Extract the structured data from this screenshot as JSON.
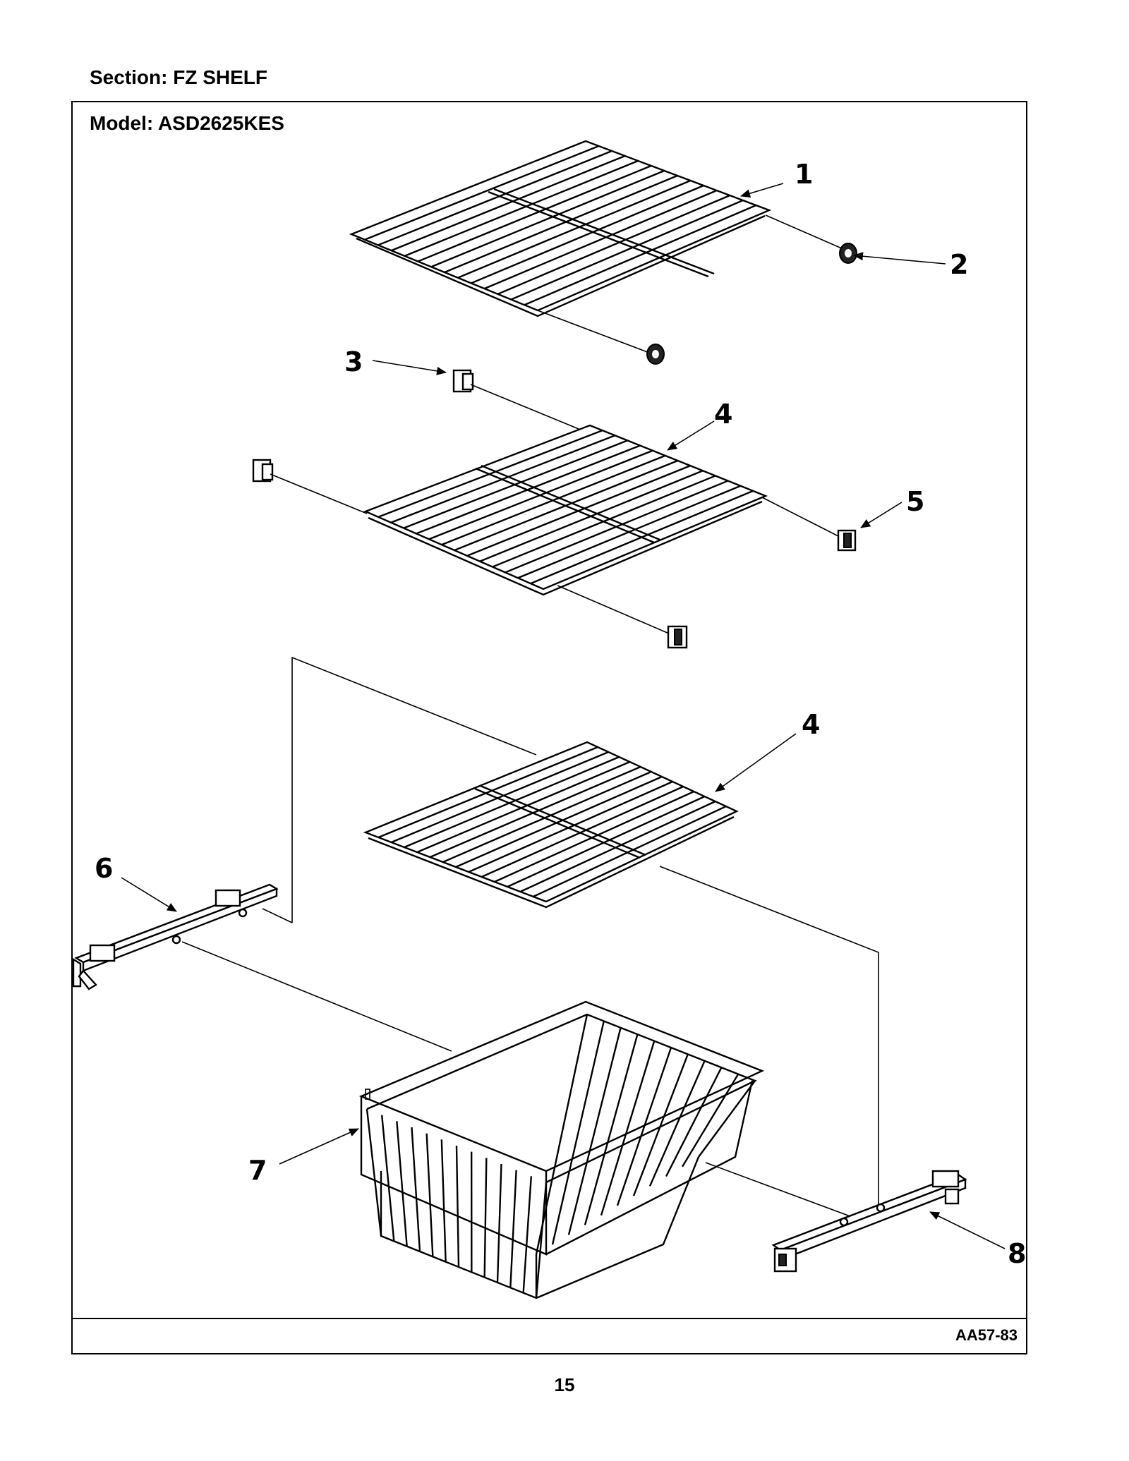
{
  "header": {
    "section_label": "Section:  FZ SHELF",
    "model_label": "Model:  ASD2625KES"
  },
  "footer": {
    "drawing_code": "AA57-83",
    "page_number": "15"
  },
  "callouts": [
    {
      "id": "c1",
      "label": "1"
    },
    {
      "id": "c2",
      "label": "2"
    },
    {
      "id": "c3",
      "label": "3"
    },
    {
      "id": "c4a",
      "label": "4"
    },
    {
      "id": "c5",
      "label": "5"
    },
    {
      "id": "c4b",
      "label": "4"
    },
    {
      "id": "c6",
      "label": "6"
    },
    {
      "id": "c7",
      "label": "7"
    },
    {
      "id": "c8",
      "label": "8"
    }
  ]
}
